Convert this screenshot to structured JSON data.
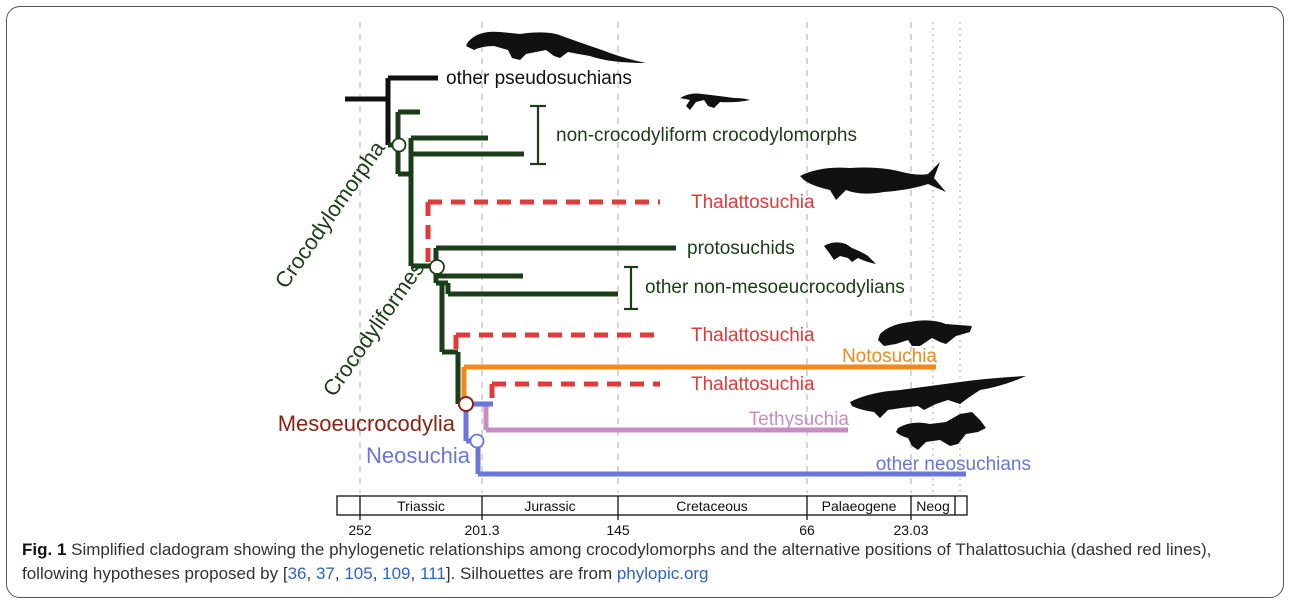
{
  "labels": {
    "other_pseudosuchians": "other pseudosuchians",
    "non_crocodyliform": "non-crocodyliform crocodylomorphs",
    "thalattosuchia_1": "Thalattosuchia",
    "protosuchids": "protosuchids",
    "other_non_meso": "other non-mesoeucrocodylians",
    "thalattosuchia_2": "Thalattosuchia",
    "notosuchia": "Notosuchia",
    "thalattosuchia_3": "Thalattosuchia",
    "tethysuchia": "Tethysuchia",
    "other_neosuchians": "other neosuchians"
  },
  "clades": {
    "crocodylomorpha": "Crocodylomorpha",
    "crocodyliformes": "Crocodyliformes",
    "mesoeucrocodylia": "Mesoeucrocodylia",
    "neosuchia": "Neosuchia"
  },
  "timescale": {
    "periods": [
      "Triassic",
      "Jurassic",
      "Cretaceous",
      "Palaeogene",
      "Neog"
    ],
    "ticks": [
      "252",
      "201.3",
      "145",
      "66",
      "23.03"
    ]
  },
  "colors": {
    "black": "#111111",
    "dark_green": "#1b3d17",
    "red": "#e03a3a",
    "orange": "#f08a1c",
    "pink": "#c88cc4",
    "blue": "#6a76dc",
    "maroon": "#8a2314"
  },
  "caption": {
    "fig_label": "Fig. 1",
    "text_1": " Simplified cladogram showing the phylogenetic relationships among crocodylomorphs and the alternative positions of Thalattosuchia (dashed red lines), following hypotheses proposed by [",
    "refs": [
      "36",
      "37",
      "105",
      "109",
      "111"
    ],
    "text_2": "]. Silhouettes are from ",
    "link": "phylopic.org"
  }
}
